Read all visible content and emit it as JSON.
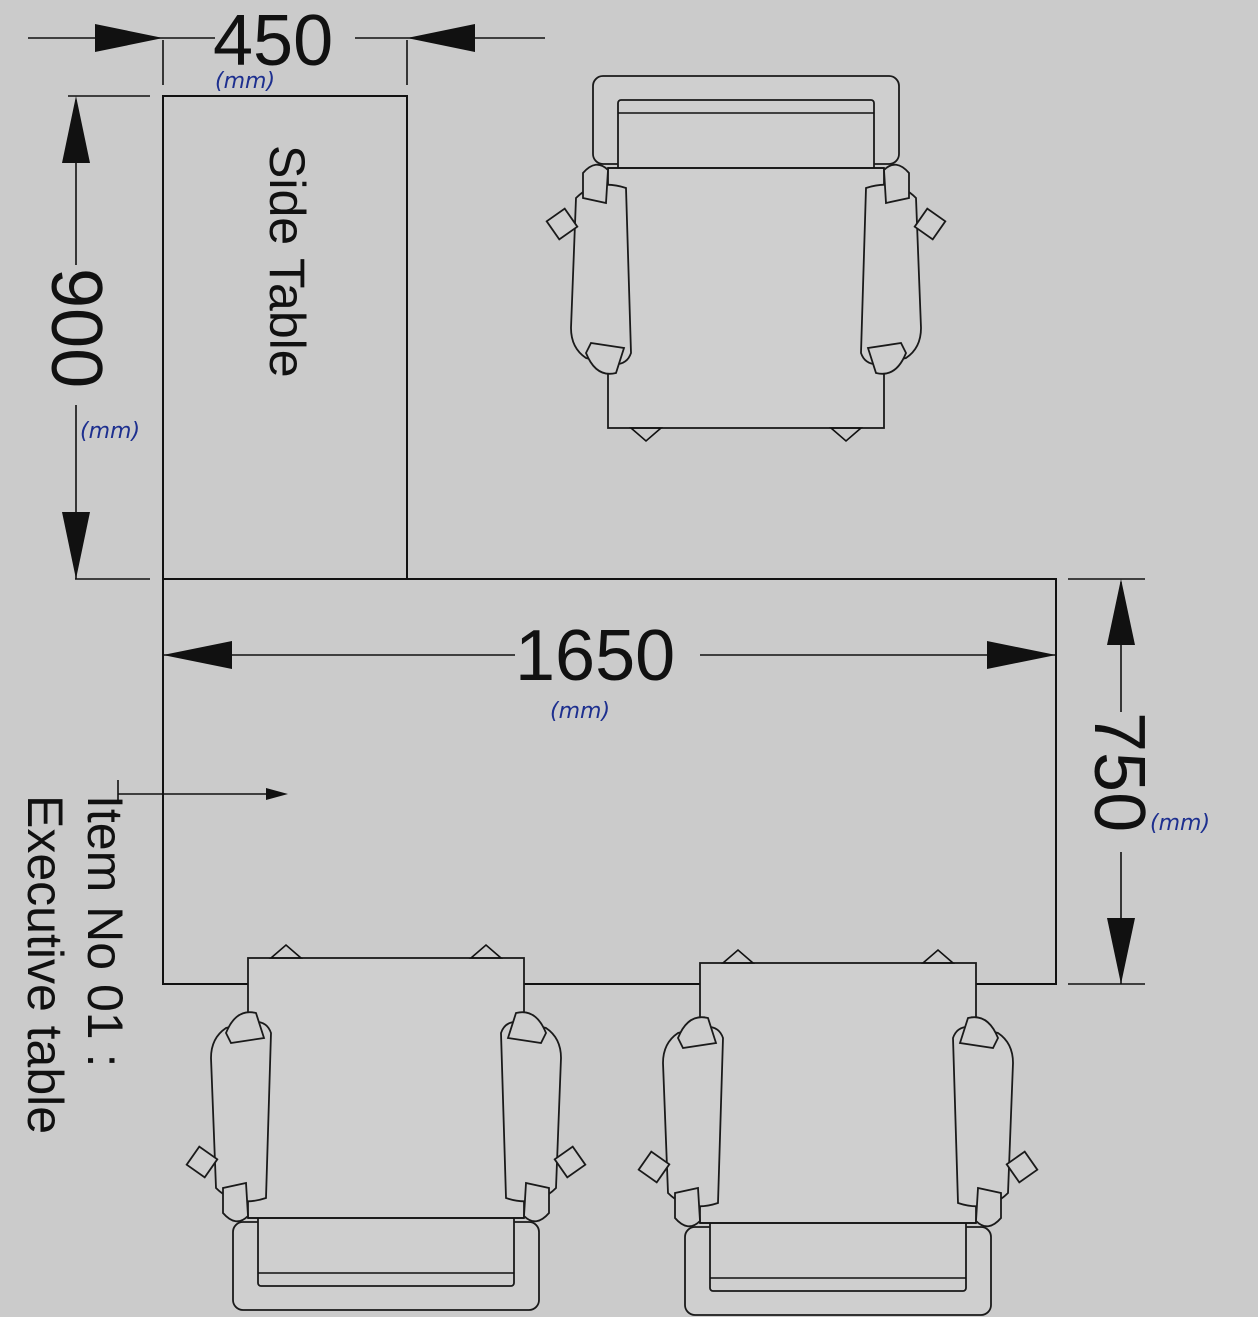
{
  "dimensions": {
    "side_width": "450",
    "side_height": "900",
    "exec_width": "1650",
    "exec_height": "750",
    "unit": "(mm)"
  },
  "labels": {
    "side_table": "Side Table",
    "item_line1": "Item No 01 :",
    "item_line2": "Executive table"
  },
  "colors": {
    "background": "#cbcbcb",
    "line": "#111111",
    "handwriting": "#1d2f8f"
  }
}
